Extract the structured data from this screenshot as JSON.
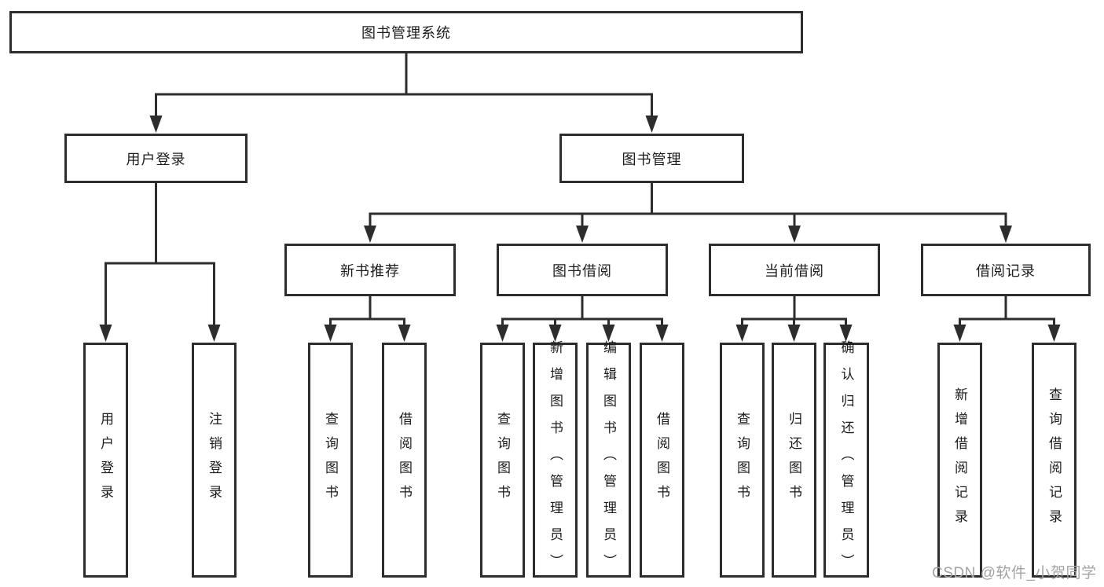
{
  "diagram": {
    "type": "tree",
    "root": {
      "label": "图书管理系统"
    },
    "level2": [
      {
        "id": "user-login",
        "label": "用户登录",
        "parent": "root"
      },
      {
        "id": "book-mgmt",
        "label": "图书管理",
        "parent": "root"
      }
    ],
    "level3": [
      {
        "id": "new-book-recommend",
        "label": "新书推荐",
        "parent": "book-mgmt"
      },
      {
        "id": "book-borrow",
        "label": "图书借阅",
        "parent": "book-mgmt"
      },
      {
        "id": "current-borrow",
        "label": "当前借阅",
        "parent": "book-mgmt"
      },
      {
        "id": "borrow-records",
        "label": "借阅记录",
        "parent": "book-mgmt"
      }
    ],
    "leaves": {
      "user_login": [
        "用户登录",
        "注销登录"
      ],
      "new_books": [
        "查询图书",
        "借阅图书"
      ],
      "book_borrow": [
        "查询图书",
        "新增图书（管理员）",
        "编辑图书（管理员）",
        "借阅图书"
      ],
      "current_borrow": [
        "查询图书",
        "归还图书",
        "确认归还（管理员）"
      ],
      "borrow_records": [
        "新增借阅记录",
        "查询借阅记录"
      ]
    }
  },
  "watermark": "CSDN @软件_小贺同学",
  "colors": {
    "line": "#2d2d2d",
    "text": "#1c1c1c",
    "background": "#ffffff",
    "watermark": "#a3a3a3"
  }
}
